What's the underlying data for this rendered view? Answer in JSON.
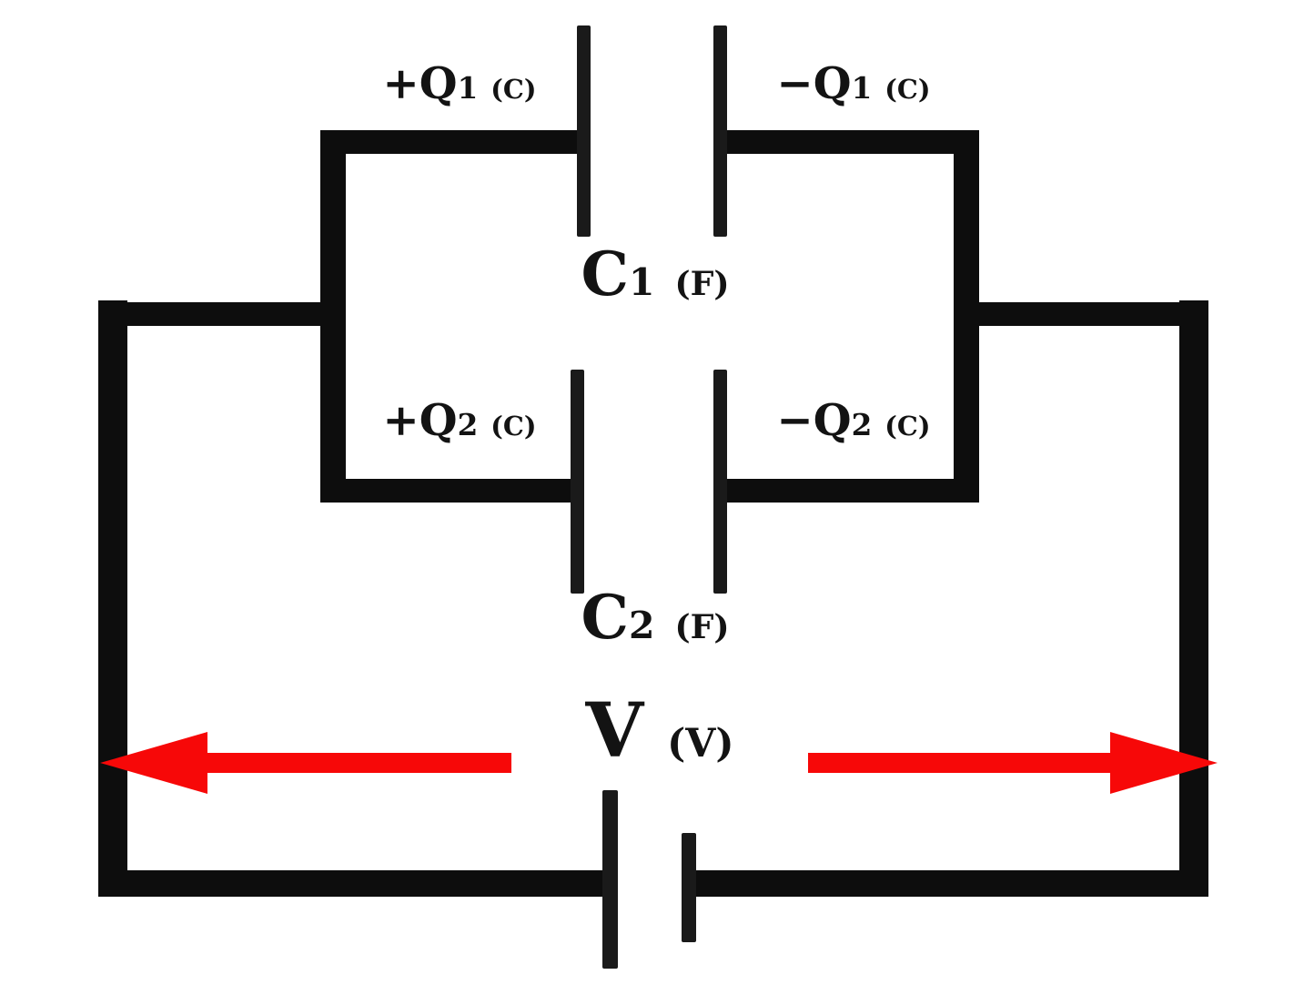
{
  "diagram_title": "Two capacitors in parallel across a voltage source",
  "labels": {
    "plus_q1": {
      "main": "+Q",
      "sub": "1",
      "unit": "(C)"
    },
    "minus_q1": {
      "main": "−Q",
      "sub": "1",
      "unit": "(C)"
    },
    "plus_q2": {
      "main": "+Q",
      "sub": "2",
      "unit": "(C)"
    },
    "minus_q2": {
      "main": "−Q",
      "sub": "2",
      "unit": "(C)"
    },
    "c1": {
      "main": "C",
      "sub": "1",
      "unit": "(F)"
    },
    "c2": {
      "main": "C",
      "sub": "2",
      "unit": "(F)"
    },
    "v": {
      "main": "V",
      "unit": "(V)"
    }
  },
  "components": {
    "capacitor1": "C1",
    "capacitor2": "C2",
    "source": "V",
    "charge_unit": "coulombs (C)",
    "capacitance_unit": "farads (F)",
    "voltage_unit": "volts (V)"
  },
  "colors": {
    "wire": "#0d0d0d",
    "arrow": "#f70808",
    "background": "#ffffff"
  }
}
